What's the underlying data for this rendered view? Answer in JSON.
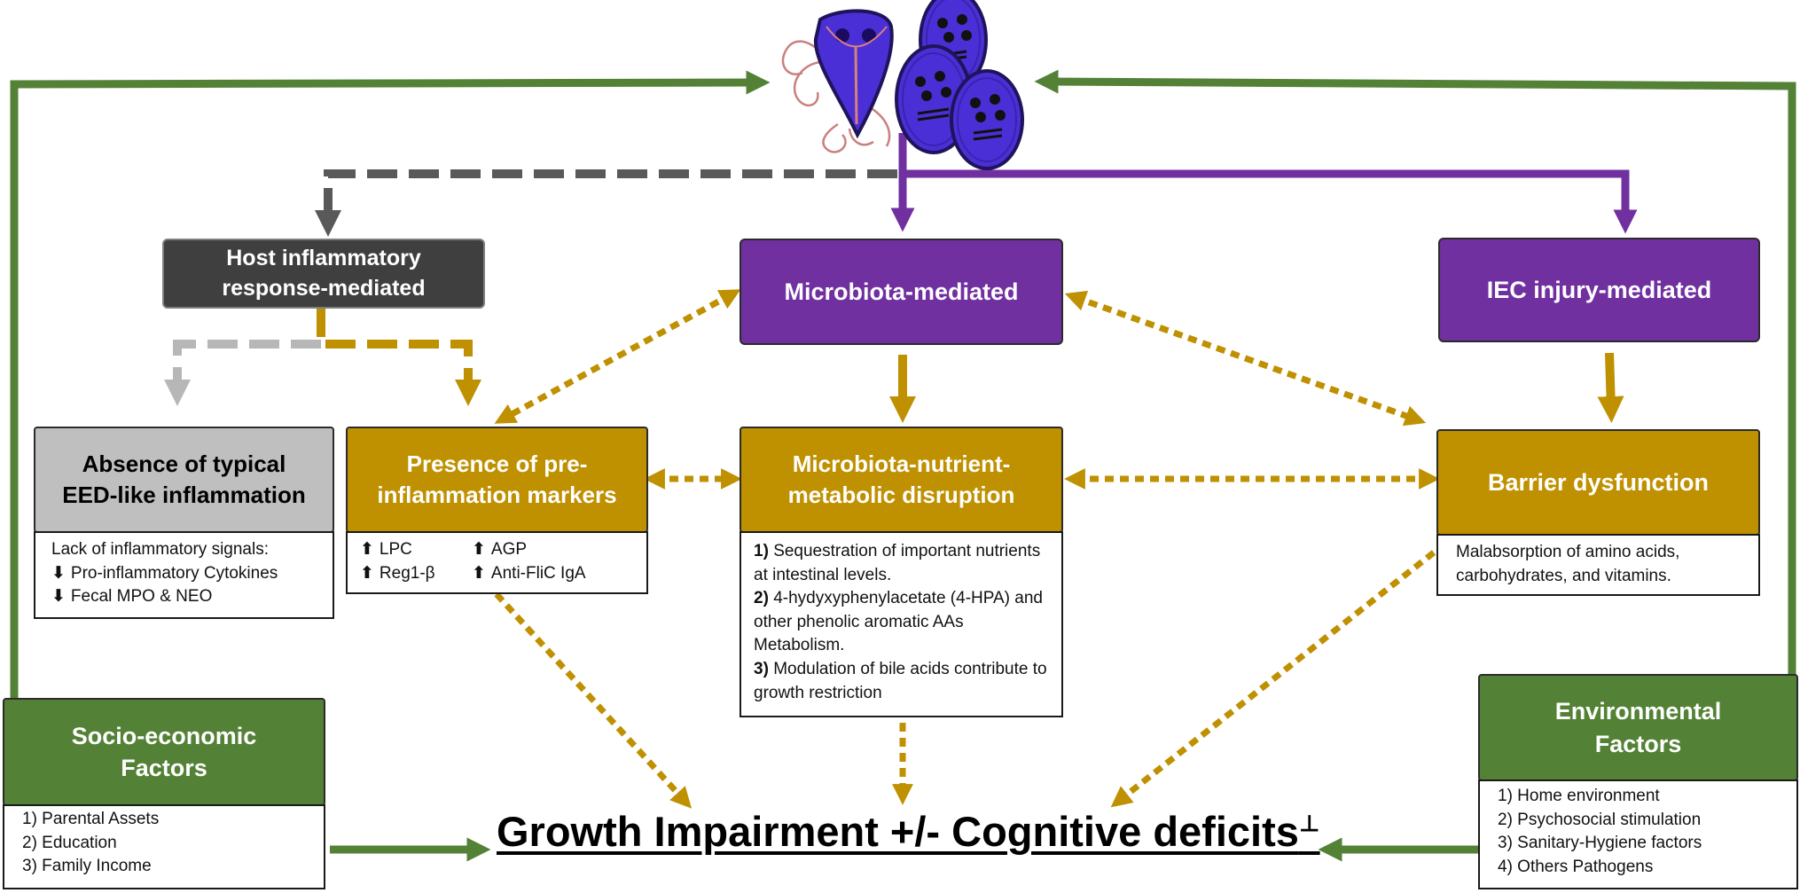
{
  "nodes": {
    "host": {
      "title": "Host inflammatory\nresponse-mediated"
    },
    "microbiota": {
      "title": "Microbiota-mediated"
    },
    "iec": {
      "title": "IEC injury-mediated"
    },
    "absence": {
      "title": "Absence of typical\nEED-like inflammation",
      "detail_heading": "Lack of inflammatory signals:",
      "detail_items": [
        "Pro-inflammatory Cytokines",
        "Fecal MPO & NEO"
      ]
    },
    "presence": {
      "title": "Presence of pre-\ninflammation markers",
      "markers": [
        "LPC",
        "AGP",
        "Reg1-β",
        "Anti-FliC IgA"
      ]
    },
    "metabolic": {
      "title": "Microbiota-nutrient-\nmetabolic disruption",
      "items": [
        {
          "num": "1)",
          "text": "Sequestration of important nutrients at intestinal levels."
        },
        {
          "num": "2)",
          "text": "4-hydyxyphenylacetate (4-HPA) and other phenolic aromatic AAs Metabolism."
        },
        {
          "num": "3)",
          "text": "Modulation of bile acids contribute to growth restriction"
        }
      ]
    },
    "barrier": {
      "title": "Barrier dysfunction",
      "detail": "Malabsorption of amino acids, carbohydrates, and vitamins."
    },
    "socio": {
      "title": "Socio-economic\nFactors",
      "items": [
        "1) Parental Assets",
        "2) Education",
        "3) Family Income"
      ]
    },
    "environment": {
      "title": "Environmental\nFactors",
      "items": [
        "1) Home environment",
        "2) Psychosocial stimulation",
        "3) Sanitary-Hygiene factors",
        "4) Others Pathogens"
      ]
    }
  },
  "outcome": {
    "text": "Growth Impairment +/- Cognitive deficits",
    "mark": "⊥"
  },
  "pathogen": {
    "icon": "giardia-trophozoite-and-cysts"
  },
  "colors": {
    "green": "#538135",
    "purple": "#7030a0",
    "gold": "#bf9000",
    "dark": "#3a3a3a",
    "gray": "#b7b7b7"
  }
}
